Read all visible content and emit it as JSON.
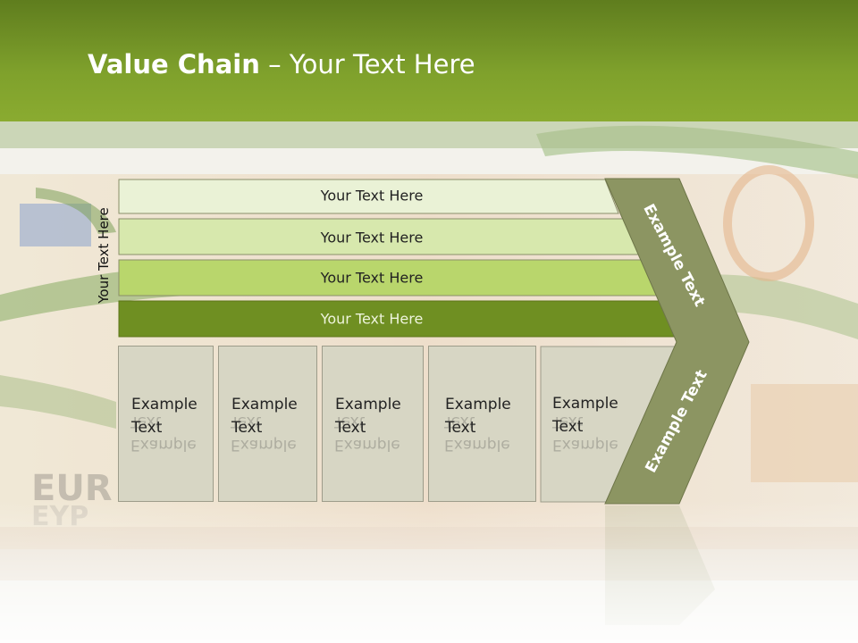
{
  "title": {
    "bold": "Value Chain",
    "rest": " – Your Text Here"
  },
  "side_label": "Your Text Here",
  "rows": [
    {
      "label": "Your Text Here",
      "color": "#eaf2d6"
    },
    {
      "label": "Your Text Here",
      "color": "#d7e8ad"
    },
    {
      "label": "Your Text Here",
      "color": "#b9d66c"
    },
    {
      "label": "Your Text Here",
      "color": "#6f8f22"
    }
  ],
  "boxes": [
    {
      "line1": "Example",
      "line2": "Text"
    },
    {
      "line1": "Example",
      "line2": "Text"
    },
    {
      "line1": "Example",
      "line2": "Text"
    },
    {
      "line1": "Example",
      "line2": "Text"
    },
    {
      "line1": "Example",
      "line2": "Text"
    }
  ],
  "arrow": {
    "top_text": "Example Text",
    "bottom_text": "Example Text",
    "color": "#8c9562"
  }
}
